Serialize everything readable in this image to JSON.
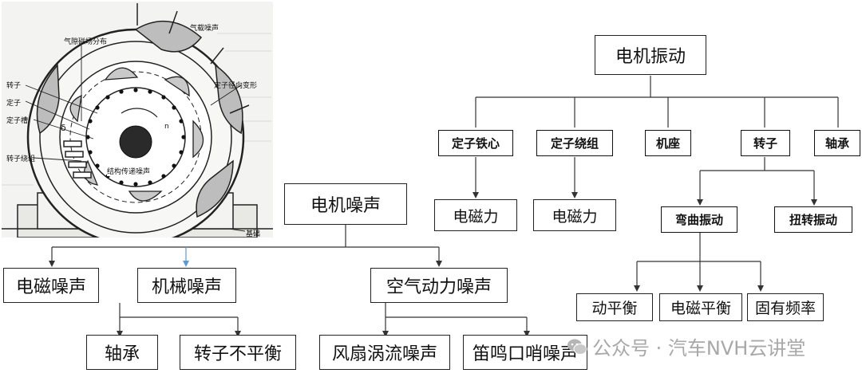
{
  "figure": {
    "labels": {
      "airgap": "气隙磁场分布",
      "aero": "气载噪声",
      "rotor": "转子",
      "stator": "定子",
      "slot": "定子槽",
      "delta": "δ",
      "rotor_winding": "转子绕组",
      "radial": "定子径向变形",
      "structure": "结构传递噪声",
      "n": "n",
      "base": "基础"
    }
  },
  "noise": {
    "root": "电机噪声",
    "electromagnetic": "电磁噪声",
    "mechanical": "机械噪声",
    "aerodynamic": "空气动力噪声",
    "bearing": "轴承",
    "rotor_unbalance": "转子不平衡",
    "fan_vortex": "风扇涡流噪声",
    "whistle": "笛鸣口哨噪声"
  },
  "vibration": {
    "root": "电机振动",
    "stator_core": "定子铁心",
    "stator_winding": "定子绕组",
    "frame": "机座",
    "rotor": "转子",
    "bearing": "轴承",
    "em_force_1": "电磁力",
    "em_force_2": "电磁力",
    "bending": "弯曲振动",
    "torsion": "扭转振动",
    "dynamic_balance": "动平衡",
    "em_balance": "电磁平衡",
    "natural_freq": "固有频率"
  },
  "watermark": "公众号 · 汽车NVH云讲堂",
  "colors": {
    "line": "#333333",
    "accent_line": "#5b9bd5",
    "watermark": "#a8a8a8"
  }
}
